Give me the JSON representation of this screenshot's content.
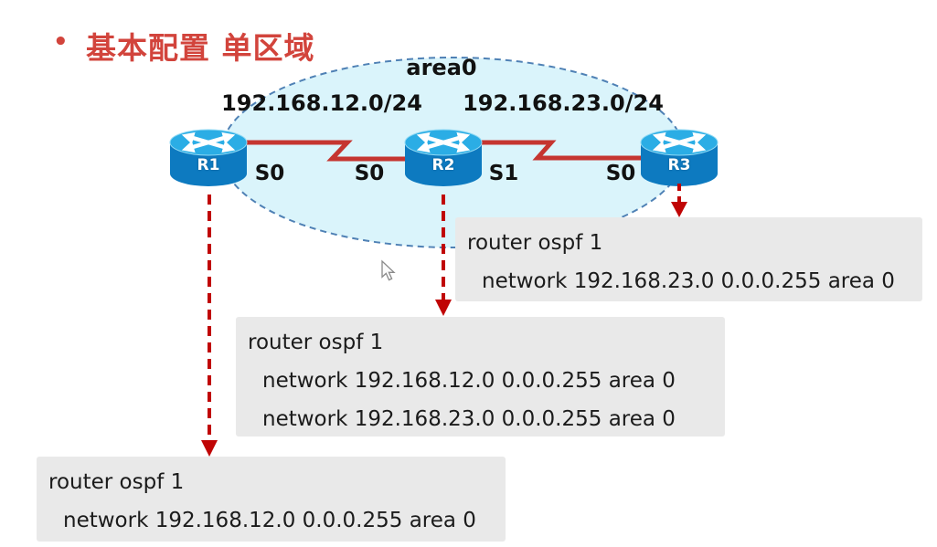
{
  "title": {
    "bullet": "•",
    "text": "基本配置 单区域"
  },
  "area": {
    "label": "area0"
  },
  "networks": {
    "left": "192.168.12.0/24",
    "right": "192.168.23.0/24"
  },
  "routers": {
    "r1": "R1",
    "r2": "R2",
    "r3": "R3"
  },
  "interfaces": {
    "r1_s0": "S0",
    "r2_s0": "S0",
    "r2_s1": "S1",
    "r3_s0": "S0"
  },
  "configs": {
    "r3": {
      "lines": [
        "router ospf 1",
        "network 192.168.23.0 0.0.0.255 area 0"
      ]
    },
    "r2": {
      "lines": [
        "router ospf 1",
        "network 192.168.12.0 0.0.0.255 area 0",
        "network 192.168.23.0 0.0.0.255 area 0"
      ]
    },
    "r1": {
      "lines": [
        "router ospf 1",
        "network 192.168.12.0 0.0.0.255 area 0"
      ]
    }
  },
  "colors": {
    "title_red": "#d2443c",
    "link_red": "#c53530",
    "arrow_red": "#c00505",
    "area_fill": "#daf4fb",
    "area_border": "#4f81b5",
    "router_body_blue": "#0d7ac0",
    "router_top_blue": "#2bade5",
    "config_box_bg": "#e9e9e9"
  }
}
